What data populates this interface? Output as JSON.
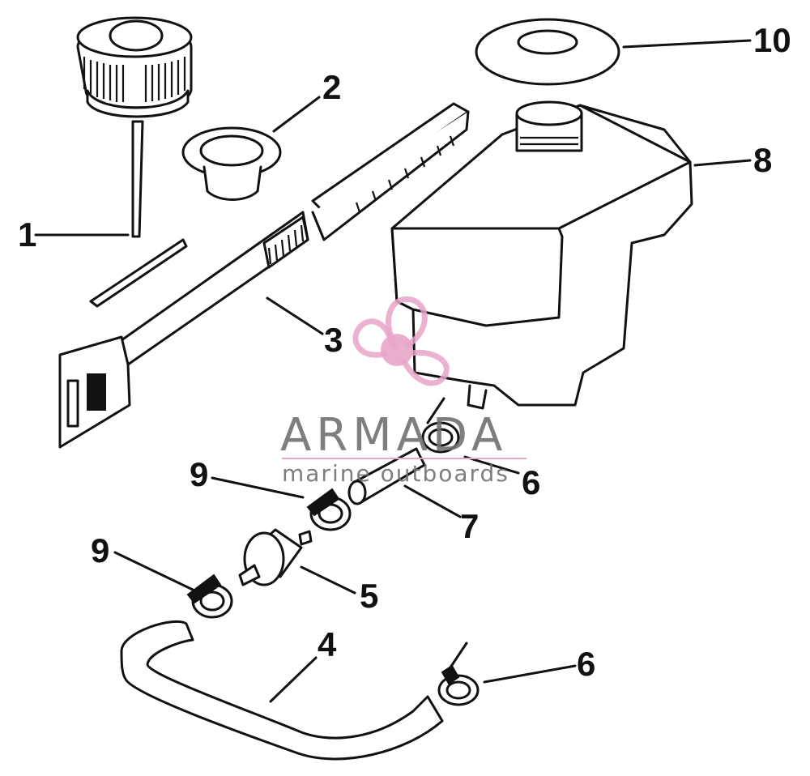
{
  "diagram": {
    "callouts": [
      {
        "id": "1",
        "label": "1"
      },
      {
        "id": "2",
        "label": "2"
      },
      {
        "id": "3",
        "label": "3"
      },
      {
        "id": "4",
        "label": "4"
      },
      {
        "id": "5",
        "label": "5"
      },
      {
        "id": "6a",
        "label": "6"
      },
      {
        "id": "6b",
        "label": "6"
      },
      {
        "id": "7",
        "label": "7"
      },
      {
        "id": "8",
        "label": "8"
      },
      {
        "id": "9a",
        "label": "9"
      },
      {
        "id": "9b",
        "label": "9"
      },
      {
        "id": "10",
        "label": "10"
      }
    ]
  },
  "watermark": {
    "title": "ARMADA",
    "subtitle": "marine outboards",
    "logo_color": "#e8a5c8",
    "text_color": "#707070",
    "logo_icon": "propeller-logo-icon"
  }
}
